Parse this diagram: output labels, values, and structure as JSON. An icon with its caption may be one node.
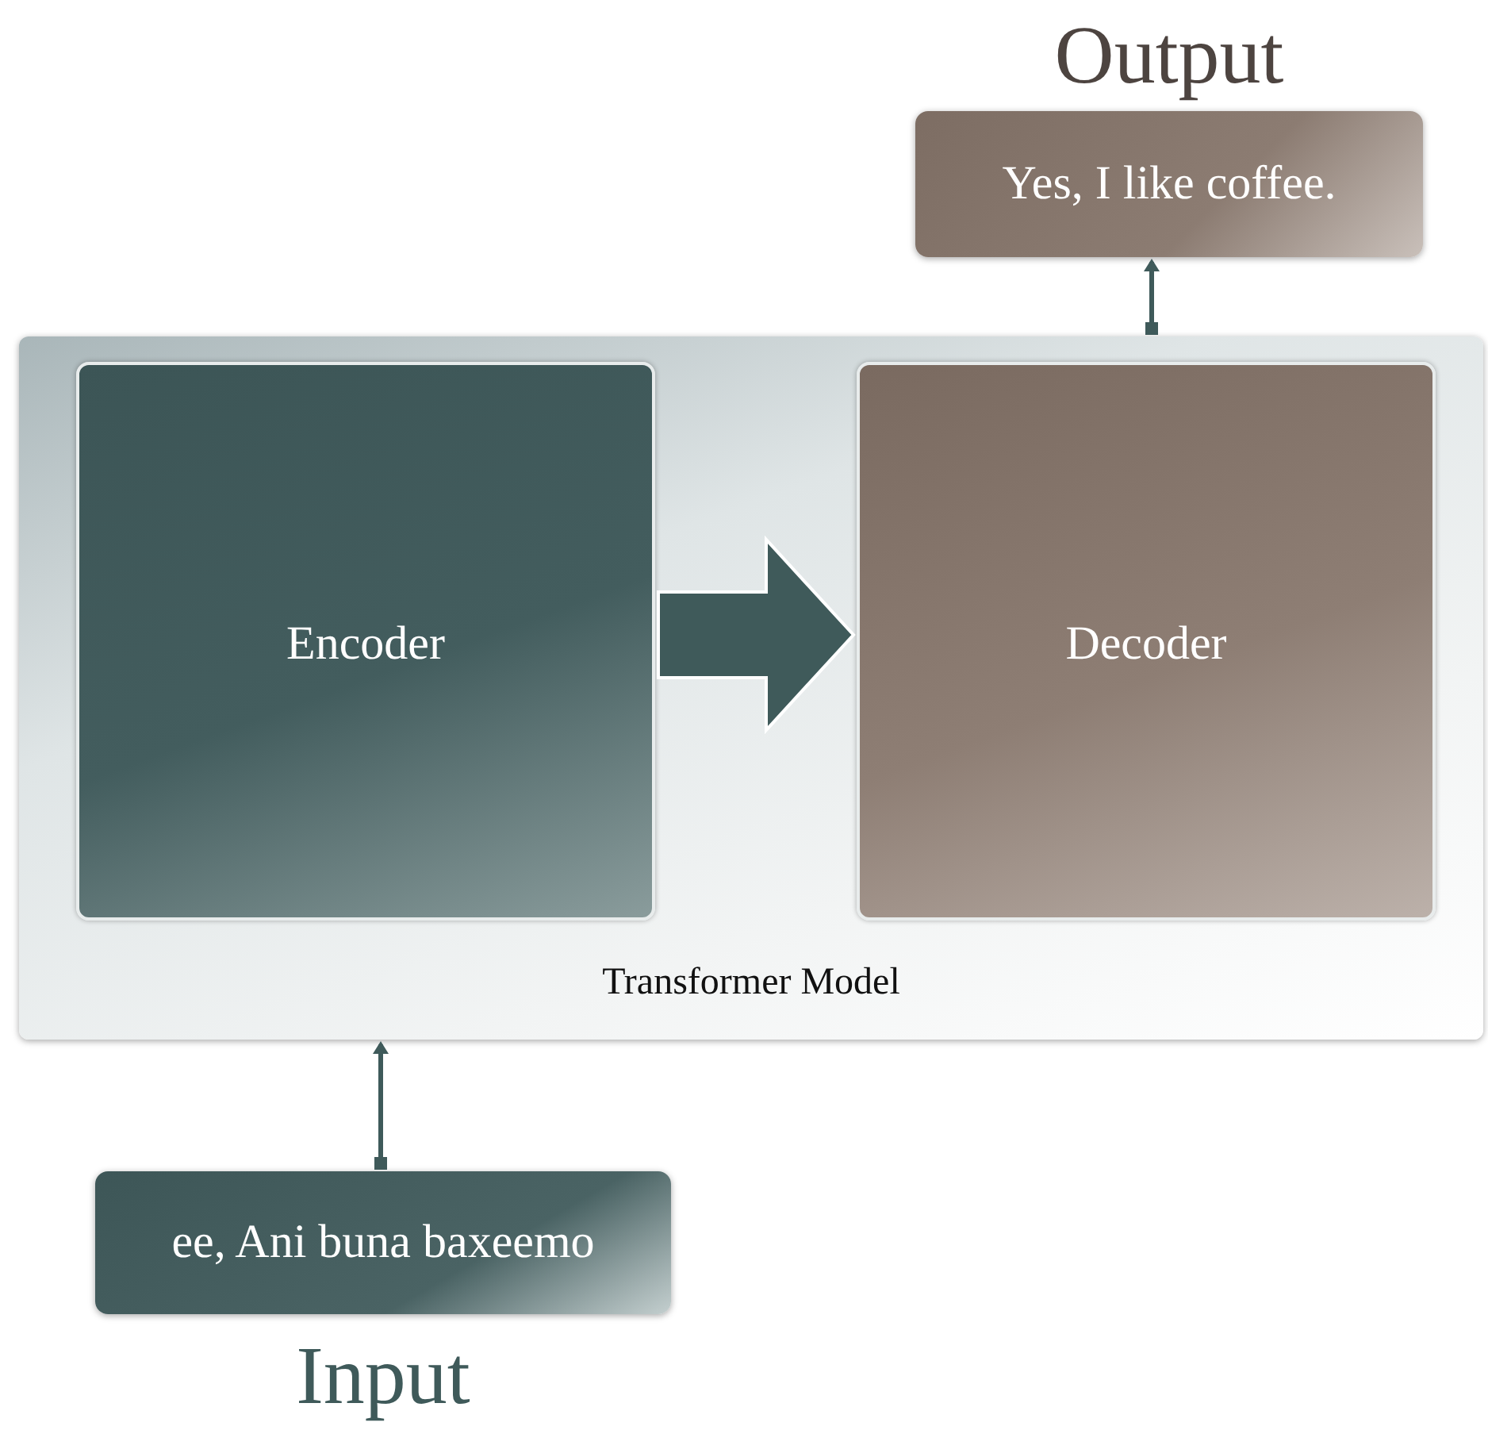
{
  "diagram": {
    "nodes": [
      {
        "text": [
          "Output",
          "Yes, I like coffee."
        ]
      },
      {
        "text": [
          "Transformer Model"
        ]
      },
      {
        "text": [
          "Encoder"
        ],
        "in": 1
      },
      {
        "text": [
          "Decoder"
        ],
        "in": 1
      },
      {
        "text": [
          "ee, Ani buna baxeemo",
          "Input"
        ]
      }
    ],
    "edges": [
      {
        "from": 4,
        "to": 1,
        "arrow": "to"
      },
      {
        "from": 2,
        "to": 3,
        "arrow": "to",
        "style": "thick"
      },
      {
        "from": 1,
        "to": 0,
        "arrow": "to"
      }
    ]
  }
}
